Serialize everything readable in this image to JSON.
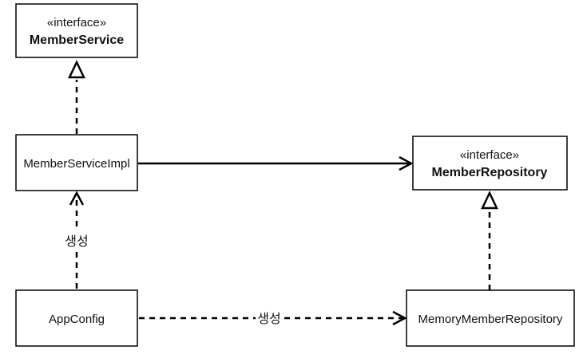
{
  "boxes": {
    "member_service": {
      "stereotype": "«interface»",
      "name": "MemberService"
    },
    "member_service_impl": {
      "name": "MemberServiceImpl"
    },
    "member_repository": {
      "stereotype": "«interface»",
      "name": "MemberRepository"
    },
    "app_config": {
      "name": "AppConfig"
    },
    "memory_member_repository": {
      "name": "MemoryMemberRepository"
    }
  },
  "edges": {
    "app_config_to_impl": {
      "label": "생성"
    },
    "app_config_to_memory": {
      "label": "생성"
    }
  },
  "icons": {
    "cursor": "mouse-pointer-icon"
  }
}
